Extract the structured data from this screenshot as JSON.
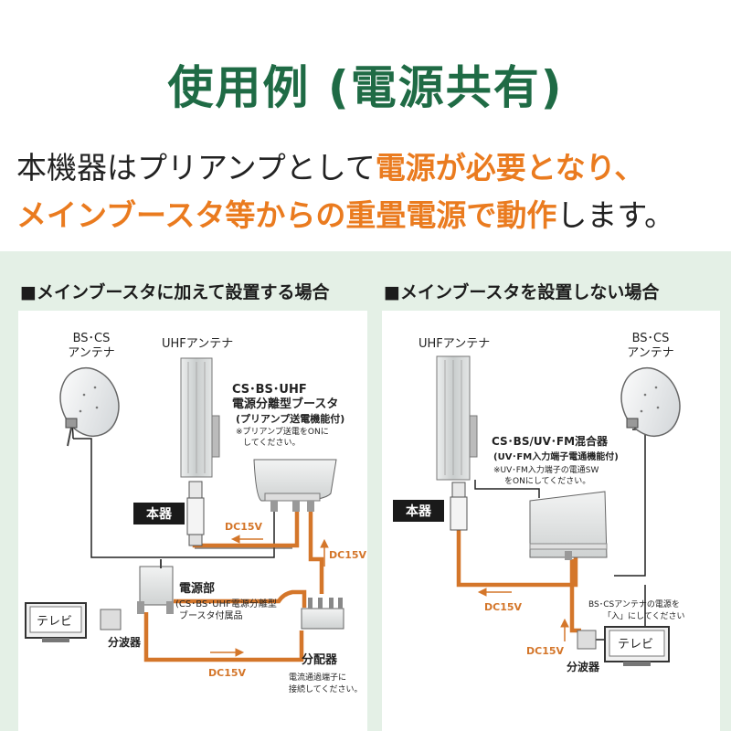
{
  "header": {
    "title": "使用例 (電源共有)"
  },
  "intro": {
    "line1_plain": "本機器はプリアンプとして",
    "line1_highlight": "電源が必要となり、",
    "line2_highlight": "メインブースタ等からの重畳電源で動作",
    "line2_plain": "します。"
  },
  "colors": {
    "title": "#1f6b45",
    "highlight": "#ea7b1f",
    "cable": "#d4762a",
    "background": "#e4f0e6"
  },
  "left": {
    "heading": "■メインブースタに加えて設置する場合",
    "bs_cs_antenna_1": "BS･CS",
    "bs_cs_antenna_2": "アンテナ",
    "uhf_antenna": "UHFアンテナ",
    "booster_1": "CS･BS･UHF",
    "booster_2": "電源分離型ブースタ",
    "booster_3": "(プリアンプ送電機能付)",
    "booster_note_1": "※プリアンプ送電をONに",
    "booster_note_2": "してください。",
    "device": "本器",
    "dc_top": "DC15V",
    "dc_right": "DC15V",
    "dc_bottom": "DC15V",
    "power_unit_1": "電源部",
    "power_unit_2": "(CS･BS･UHF電源分離型",
    "power_unit_3": "ブースタ付属品",
    "tv": "テレビ",
    "splitter_tv": "分波器",
    "distributor": "分配器",
    "distributor_note_1": "電流通過端子に",
    "distributor_note_2": "接続してください。"
  },
  "right": {
    "heading": "■メインブースタを設置しない場合",
    "uhf_antenna": "UHFアンテナ",
    "bs_cs_antenna_1": "BS･CS",
    "bs_cs_antenna_2": "アンテナ",
    "mixer_1": "CS･BS/UV･FM混合器",
    "mixer_2": "(UV･FM入力端子電通機能付)",
    "mixer_note_1": "※UV･FM入力端子の電通SW",
    "mixer_note_2": "をONにしてください。",
    "device": "本器",
    "dc_mid": "DC15V",
    "dc_bottom": "DC15V",
    "tv_note_1": "BS･CSアンテナの電源を",
    "tv_note_2": "「入」にしてください",
    "tv": "テレビ",
    "splitter_tv": "分波器"
  }
}
